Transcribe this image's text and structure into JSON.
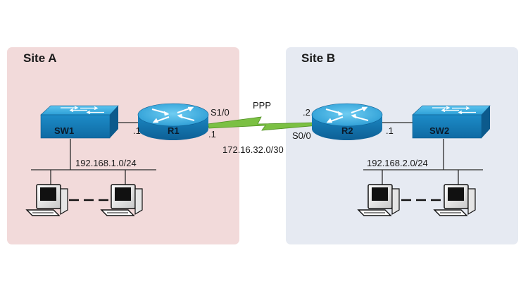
{
  "sites": {
    "a": {
      "title": "Site A"
    },
    "b": {
      "title": "Site B"
    }
  },
  "devices": {
    "sw1": "SW1",
    "r1": "R1",
    "r2": "R2",
    "sw2": "SW2"
  },
  "labels": {
    "sw1_r1_addr": ".1",
    "r1_s10": "S1/0",
    "r1_wan_addr": ".1",
    "ppp": "PPP",
    "wan_subnet": "172.16.32.0/30",
    "r2_wan_addr": ".2",
    "r2_s00": "S0/0",
    "r2_sw2_addr": ".1",
    "lan_a": "192.168.1.0/24",
    "lan_b": "192.168.2.0/24"
  },
  "colors": {
    "site_a_bg": "#f2dada",
    "site_b_bg": "#e6eaf2",
    "device_blue": "#1e8fc7",
    "serial_link": "#7bc043"
  }
}
